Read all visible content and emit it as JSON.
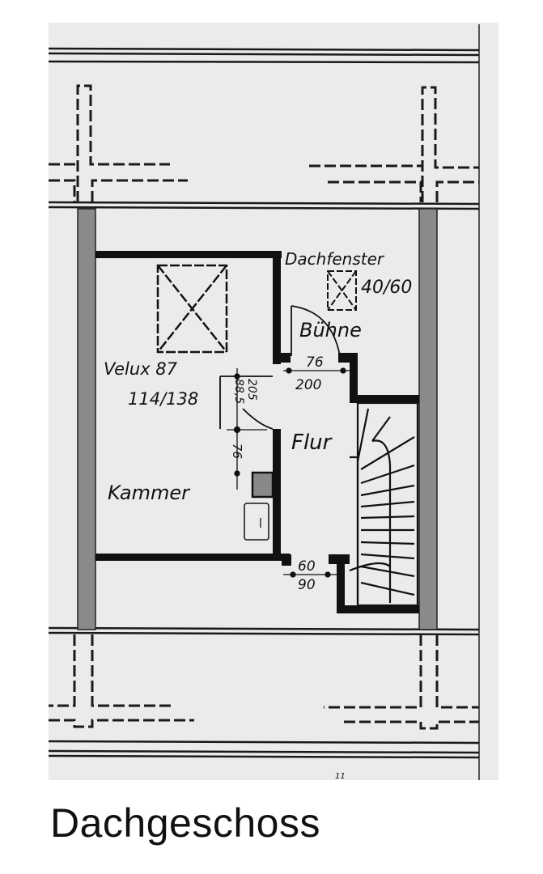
{
  "caption": "Dachgeschoss",
  "colors": {
    "paper": "#ebebeb",
    "ink": "#111111",
    "gable_wall": "#8a8a8a",
    "background": "#ffffff"
  },
  "rooms": {
    "kammer": {
      "label": "Kammer"
    },
    "flur": {
      "label": "Flur"
    },
    "buehne": {
      "label": "Bühne"
    }
  },
  "windows": {
    "velux": {
      "label": "Velux 87",
      "size": "114/138"
    },
    "dachfenster": {
      "label": "Dachfenster",
      "size": "40/60"
    }
  },
  "dimensions": {
    "buehne_door_width": "76",
    "buehne_door_height": "200",
    "kammer_door_height_a": "88,5",
    "kammer_door_height_b": "205",
    "kammer_door_width": "76",
    "stair_opening_width": "60",
    "stair_opening_height": "90"
  },
  "page_number": "11"
}
